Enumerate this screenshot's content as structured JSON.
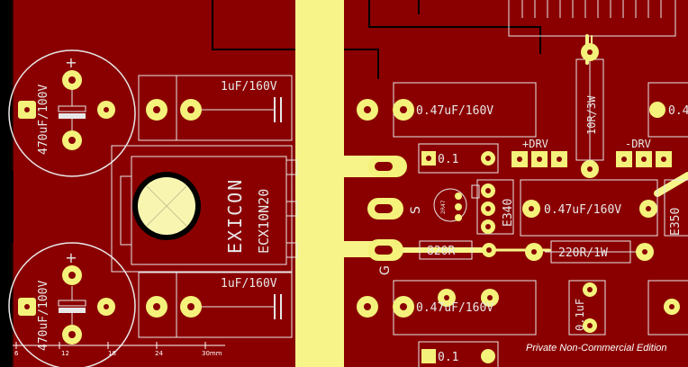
{
  "board": {
    "colors": {
      "copper": "#8a0000",
      "trace": "#f7f58a",
      "pad": "#f4f27a",
      "silk": "#e8e8e8",
      "bg": "#000000"
    },
    "components": {
      "cap_top_left": "470uF/100V",
      "cap_bottom_left": "470uF/100V",
      "film_cap_top": "1uF/160V",
      "film_cap_bottom": "1uF/160V",
      "cap_047_top": "0.47uF/160V",
      "cap_047_mid": "0.47uF/160V",
      "cap_047_bottom": "0.47uF/160V",
      "cap_047_right": "0.4",
      "cap_01_top": "0.1",
      "cap_01_bottom": "0.1",
      "cap_01_vertical": "0.1uF",
      "resistor_10r": "10R/3W",
      "resistor_820r": "820R",
      "resistor_220r": "220R/1W",
      "transistor": "E340",
      "transistor_right": "E350",
      "mosfet_brand": "EXICON",
      "mosfet_part": "ECX10N20",
      "pin_s": "S",
      "pin_g": "G",
      "tiny_label": "2R47",
      "plus_drv": "+DRV",
      "minus_drv": "-DRV",
      "plus_top": "+",
      "plus_bottom": "+"
    },
    "ruler": {
      "ticks": [
        "6",
        "12",
        "18",
        "24",
        "30mm"
      ]
    },
    "watermark": "Private Non-Commercial Edition"
  }
}
